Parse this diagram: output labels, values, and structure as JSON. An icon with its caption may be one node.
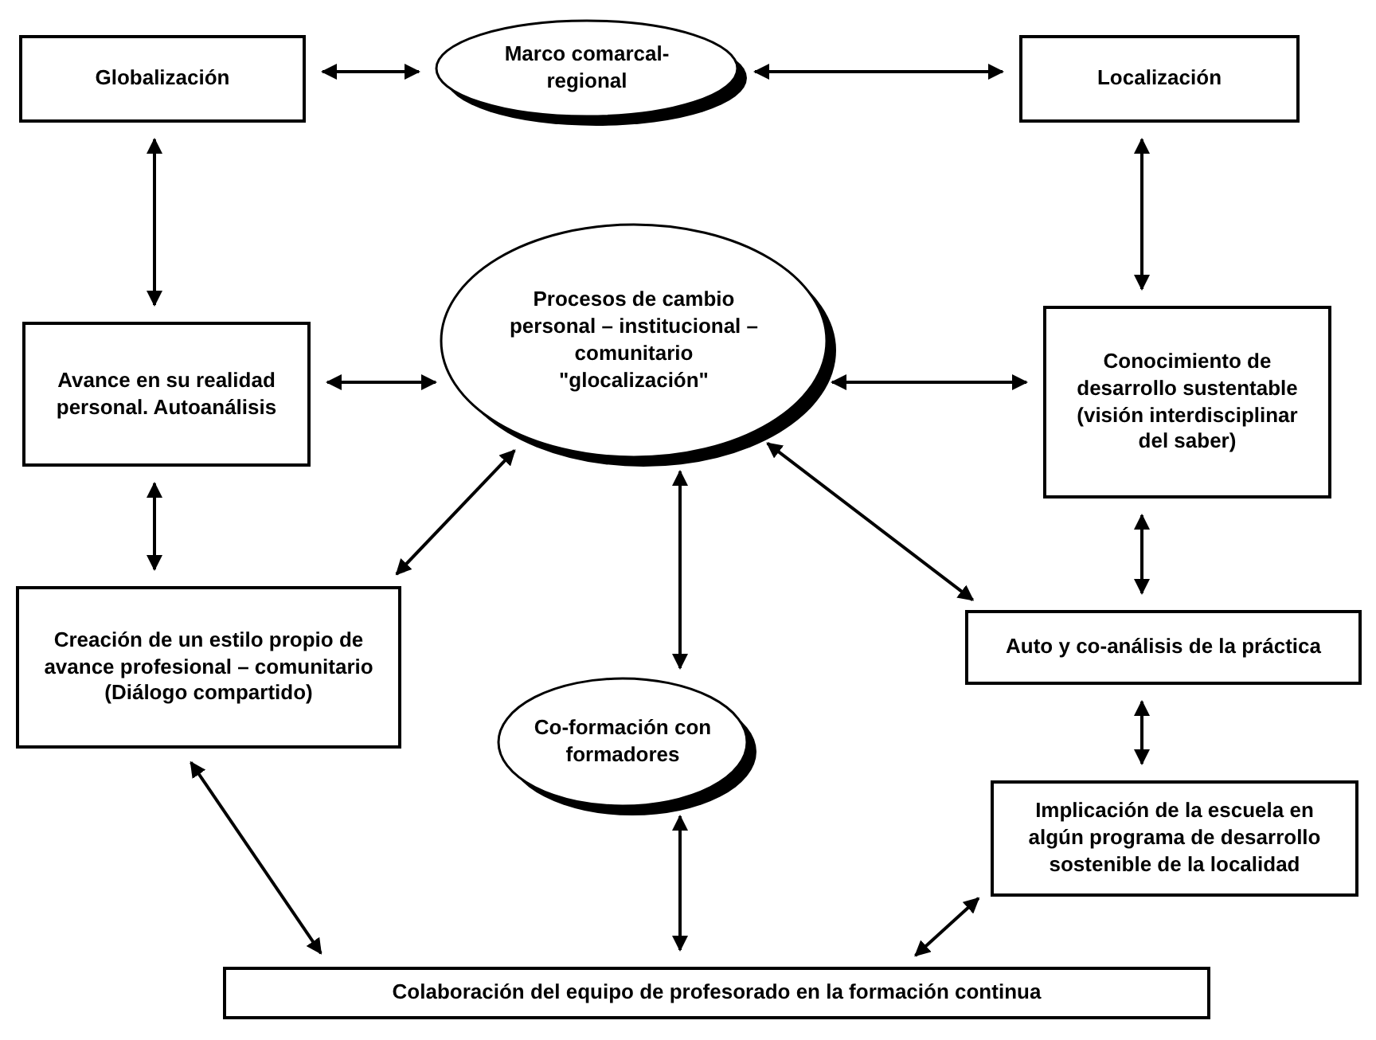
{
  "diagram": {
    "nodes": [
      {
        "text": [
          "Globalización"
        ]
      },
      {
        "text": [
          "Marco comarcal-regional"
        ]
      },
      {
        "text": [
          "Localización"
        ]
      },
      {
        "text": [
          "Procesos de cambio personal – institucional – comunitario \"glocalización\""
        ]
      },
      {
        "text": [
          "Avance en su realidad personal. Autoanálisis"
        ]
      },
      {
        "text": [
          "Conocimiento de desarrollo sustentable (visión interdisciplinar del saber)"
        ]
      },
      {
        "text": [
          "Creación de un estilo propio de avance profesional – comunitario (Diálogo compartido)"
        ]
      },
      {
        "text": [
          "Co-formación con formadores"
        ]
      },
      {
        "text": [
          "Auto y co-análisis de la práctica"
        ]
      },
      {
        "text": [
          "Implicación de la escuela en algún programa de desarrollo sostenible de la localidad"
        ]
      },
      {
        "text": [
          "Colaboración del equipo de profesorado en la formación continua"
        ]
      }
    ],
    "edges": [
      {
        "from": 0,
        "to": 1,
        "arrow": "both"
      },
      {
        "from": 1,
        "to": 2,
        "arrow": "both"
      },
      {
        "from": 0,
        "to": 4,
        "arrow": "both"
      },
      {
        "from": 2,
        "to": 5,
        "arrow": "both"
      },
      {
        "from": 4,
        "to": 3,
        "arrow": "both"
      },
      {
        "from": 3,
        "to": 5,
        "arrow": "both"
      },
      {
        "from": 4,
        "to": 6,
        "arrow": "both"
      },
      {
        "from": 3,
        "to": 6,
        "arrow": "both"
      },
      {
        "from": 3,
        "to": 7,
        "arrow": "both"
      },
      {
        "from": 3,
        "to": 8,
        "arrow": "both"
      },
      {
        "from": 5,
        "to": 8,
        "arrow": "both"
      },
      {
        "from": 8,
        "to": 9,
        "arrow": "both"
      },
      {
        "from": 6,
        "to": 10,
        "arrow": "both"
      },
      {
        "from": 7,
        "to": 10,
        "arrow": "both"
      },
      {
        "from": 9,
        "to": 10,
        "arrow": "both"
      }
    ]
  }
}
